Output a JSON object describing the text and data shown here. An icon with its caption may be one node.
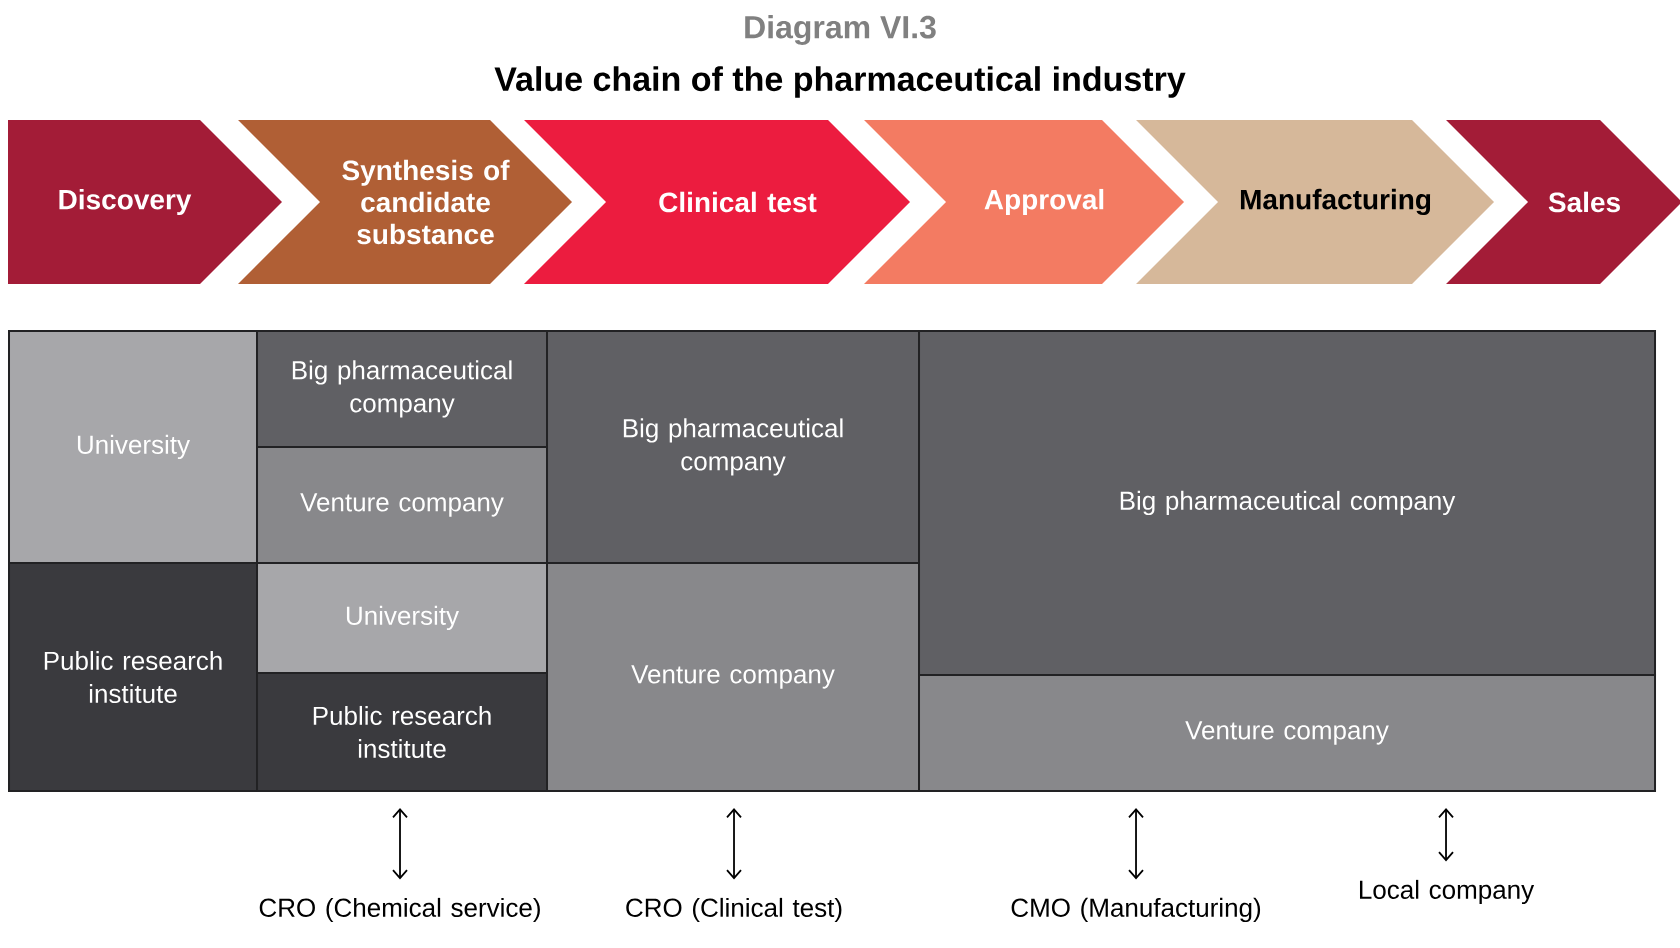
{
  "diagram": {
    "title": "Value chain of the pharmaceutical industry",
    "nodes": [
      {
        "text": [
          "Discovery"
        ]
      },
      {
        "text": [
          "Synthesis of candidate substance"
        ]
      },
      {
        "text": [
          "Clinical test"
        ]
      },
      {
        "text": [
          "Approval"
        ]
      },
      {
        "text": [
          "Manufacturing"
        ]
      },
      {
        "text": [
          "Sales"
        ]
      },
      {
        "text": [
          "University"
        ]
      },
      {
        "text": [
          "Big pharmaceutical company"
        ]
      },
      {
        "text": [
          "Venture company"
        ]
      },
      {
        "text": [
          "Public research institute"
        ]
      },
      {
        "text": [
          "University"
        ]
      },
      {
        "text": [
          "Public research institute"
        ]
      },
      {
        "text": [
          "Big pharmaceutical company"
        ]
      },
      {
        "text": [
          "Venture company"
        ]
      },
      {
        "text": [
          "Big pharmaceutical company"
        ]
      },
      {
        "text": [
          "Venture company"
        ]
      },
      {
        "text": [
          "CRO (Chemical service)"
        ]
      },
      {
        "text": [
          "CRO (Clinical test)"
        ]
      },
      {
        "text": [
          "CMO (Manufacturing)"
        ]
      },
      {
        "text": [
          "Local company"
        ]
      }
    ],
    "edges": [
      {
        "from": 11,
        "to": 16,
        "arrow": "both"
      },
      {
        "from": 13,
        "to": 17,
        "arrow": "both"
      },
      {
        "from": 15,
        "to": 18,
        "arrow": "both"
      },
      {
        "from": 15,
        "to": 19,
        "arrow": "both"
      }
    ],
    "labels": [
      "Diagram VI.3"
    ]
  }
}
